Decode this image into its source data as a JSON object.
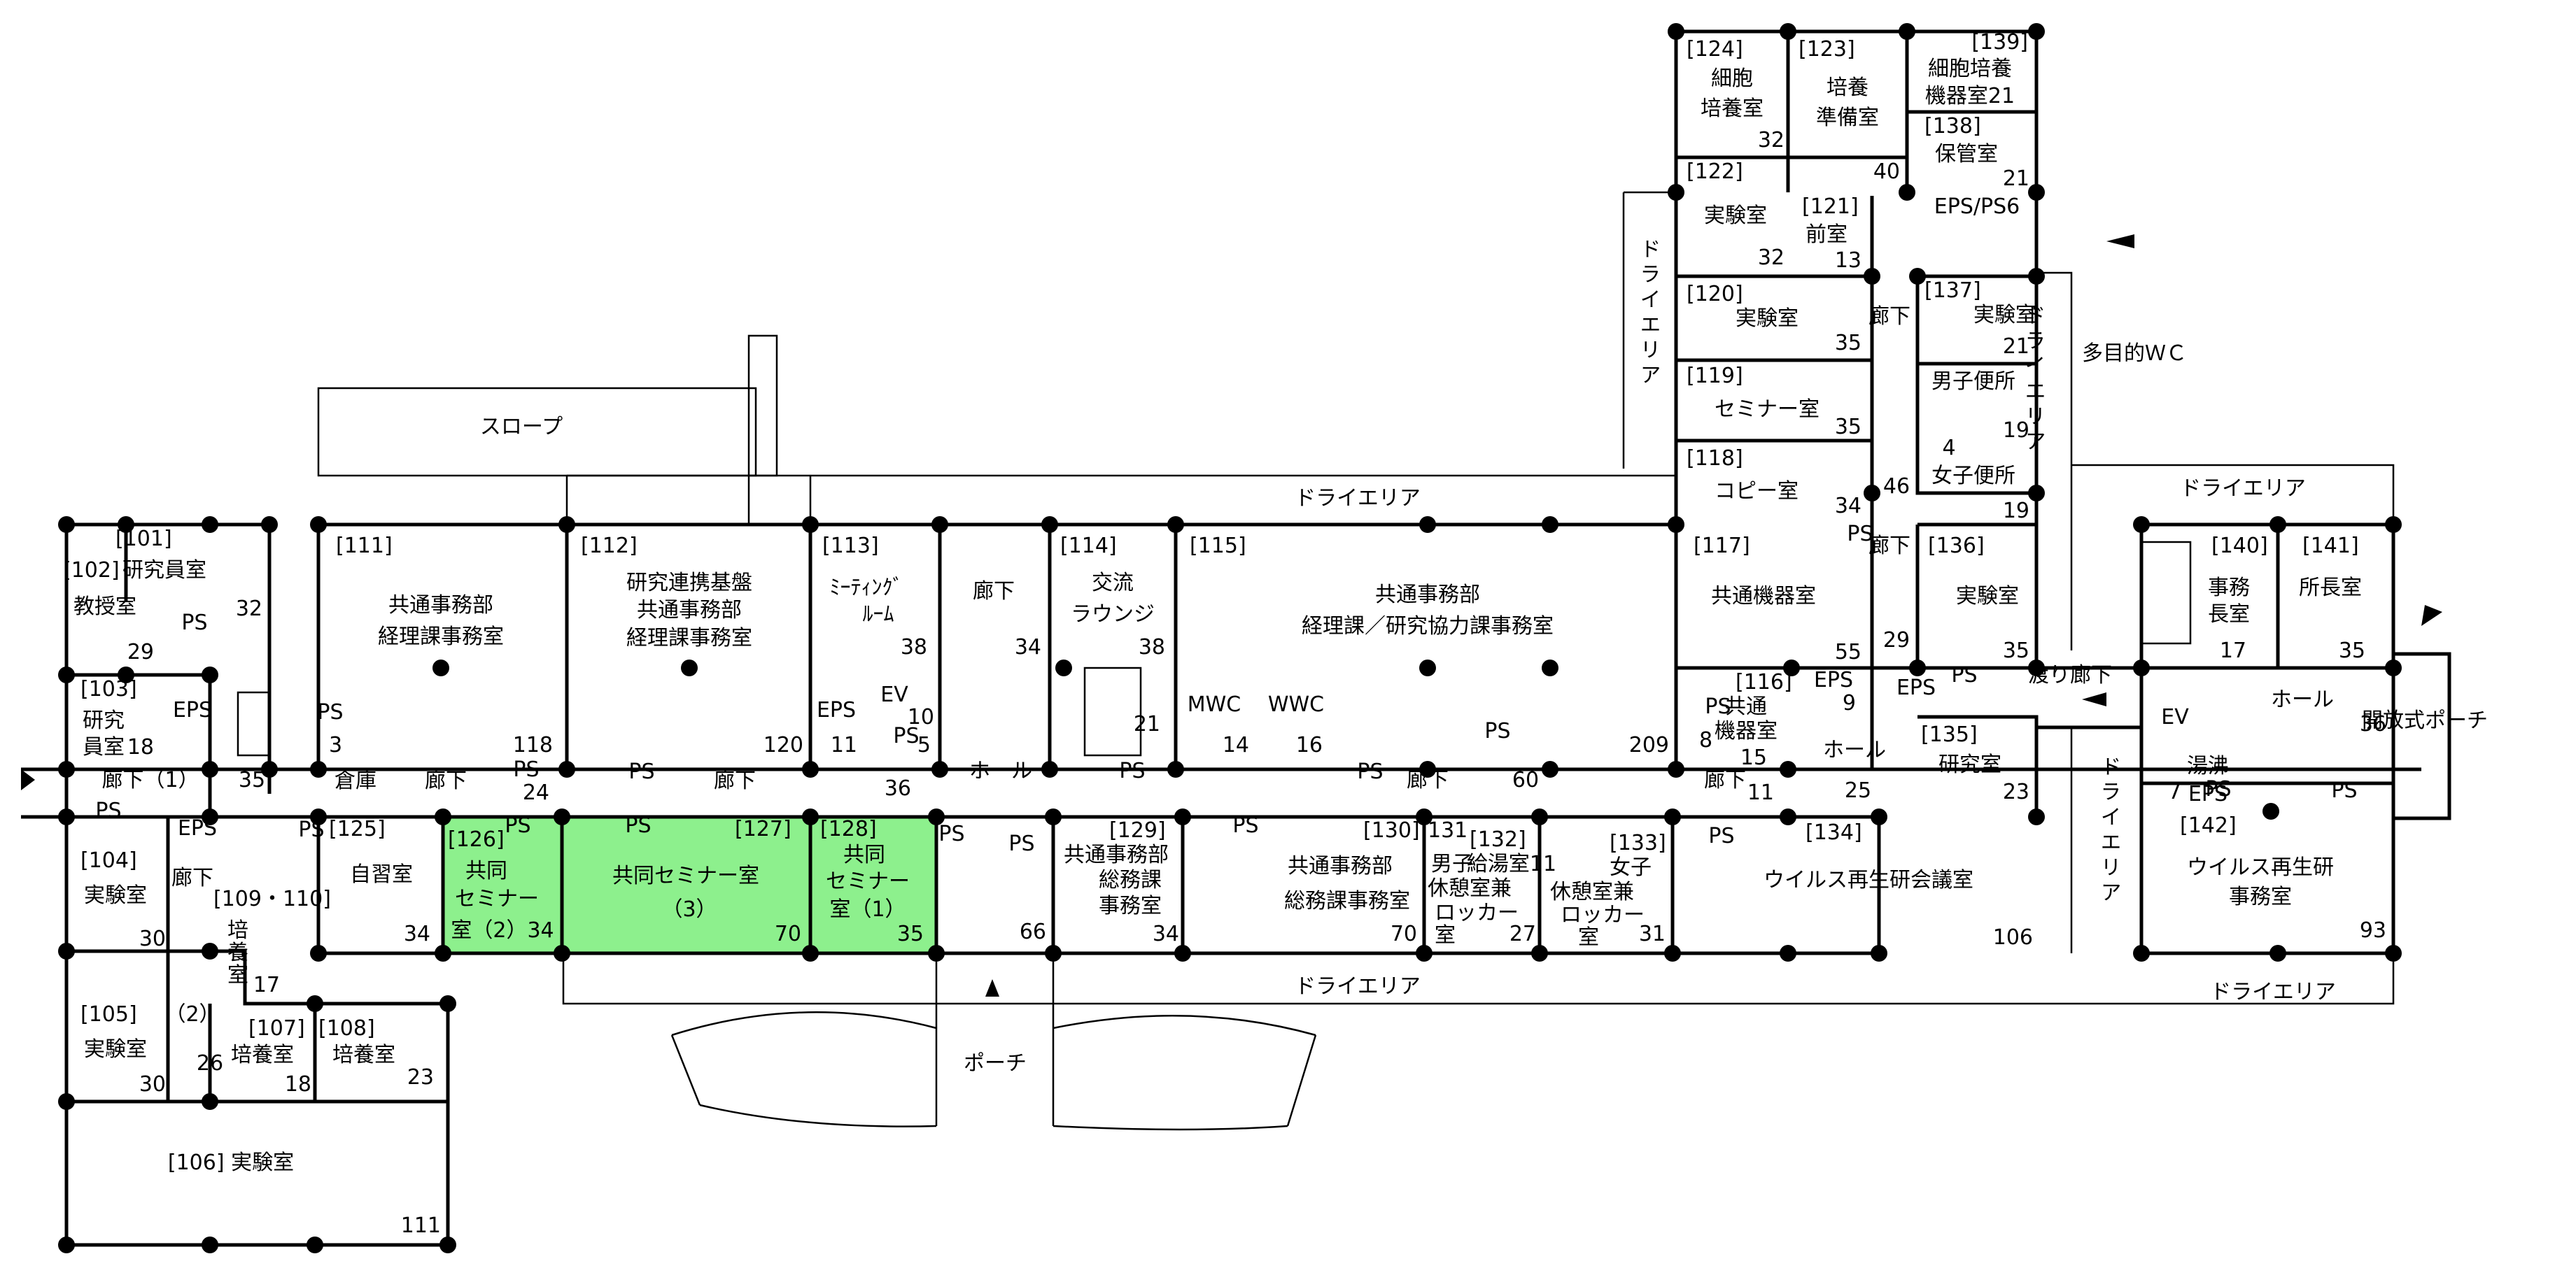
{
  "colors": {
    "highlight": "#8df08d",
    "line": "#000000",
    "background": "#ffffff"
  },
  "labels": [
    {
      "id": "r101",
      "t": "[101]"
    },
    {
      "id": "r101n",
      "t": "研究員室"
    },
    {
      "id": "r101a",
      "t": "32"
    },
    {
      "id": "r102",
      "t": "[102]"
    },
    {
      "id": "r102n",
      "t": "教授室"
    },
    {
      "id": "r102a",
      "t": "29"
    },
    {
      "id": "r103",
      "t": "[103]"
    },
    {
      "id": "r103n1",
      "t": "研究"
    },
    {
      "id": "r103n2",
      "t": "員室"
    },
    {
      "id": "r103a",
      "t": "18"
    },
    {
      "id": "r104",
      "t": "[104]"
    },
    {
      "id": "r104n",
      "t": "実験室"
    },
    {
      "id": "r104a",
      "t": "30"
    },
    {
      "id": "r105",
      "t": "[105]"
    },
    {
      "id": "r105n",
      "t": "実験室"
    },
    {
      "id": "r105a",
      "t": "30"
    },
    {
      "id": "r106",
      "t": "[106] 実験室"
    },
    {
      "id": "r106a",
      "t": "111"
    },
    {
      "id": "r107",
      "t": "[107]"
    },
    {
      "id": "r107n",
      "t": "培養室"
    },
    {
      "id": "r107a",
      "t": "18"
    },
    {
      "id": "r108",
      "t": "[108]"
    },
    {
      "id": "r108n",
      "t": "培養室"
    },
    {
      "id": "r108a",
      "t": "23"
    },
    {
      "id": "r109",
      "t": "[109・110]"
    },
    {
      "id": "r109n1",
      "t": "培"
    },
    {
      "id": "r109n2",
      "t": "養"
    },
    {
      "id": "r109n3",
      "t": "室"
    },
    {
      "id": "r109a",
      "t": "17"
    },
    {
      "id": "r111",
      "t": "[111]"
    },
    {
      "id": "r111n1",
      "t": "共通事務部"
    },
    {
      "id": "r111n2",
      "t": "経理課事務室"
    },
    {
      "id": "r112",
      "t": "[112]"
    },
    {
      "id": "r112n1",
      "t": "研究連携基盤"
    },
    {
      "id": "r112n2",
      "t": "共通事務部"
    },
    {
      "id": "r112n3",
      "t": "経理課事務室"
    },
    {
      "id": "r113",
      "t": "[113]"
    },
    {
      "id": "r113n1",
      "t": "ﾐｰﾃｨﾝｸﾞ"
    },
    {
      "id": "r113n2",
      "t": "ﾙｰﾑ"
    },
    {
      "id": "r113a",
      "t": "38"
    },
    {
      "id": "r114",
      "t": "[114]"
    },
    {
      "id": "r114n1",
      "t": "交流"
    },
    {
      "id": "r114n2",
      "t": "ラウンジ"
    },
    {
      "id": "r114a",
      "t": "38"
    },
    {
      "id": "r115",
      "t": "[115]"
    },
    {
      "id": "r115n1",
      "t": "共通事務部"
    },
    {
      "id": "r115n2",
      "t": "経理課／研究協力課事務室"
    },
    {
      "id": "r117",
      "t": "[117]"
    },
    {
      "id": "r117n",
      "t": "共通機器室"
    },
    {
      "id": "r117a",
      "t": "55"
    },
    {
      "id": "r116",
      "t": "[116]"
    },
    {
      "id": "r116n1",
      "t": "共通"
    },
    {
      "id": "r116n2",
      "t": "機器室"
    },
    {
      "id": "r116a",
      "t": "15"
    },
    {
      "id": "r118",
      "t": "[118]"
    },
    {
      "id": "r118n",
      "t": "コピー室"
    },
    {
      "id": "r118a",
      "t": "34"
    },
    {
      "id": "r119",
      "t": "[119]"
    },
    {
      "id": "r119n",
      "t": "セミナー室"
    },
    {
      "id": "r119a",
      "t": "35"
    },
    {
      "id": "r120",
      "t": "[120]"
    },
    {
      "id": "r120n",
      "t": "実験室"
    },
    {
      "id": "r120a",
      "t": "35"
    },
    {
      "id": "r121",
      "t": "[121]"
    },
    {
      "id": "r121n",
      "t": "前室"
    },
    {
      "id": "r121a",
      "t": "13"
    },
    {
      "id": "r122",
      "t": "[122]"
    },
    {
      "id": "r122n",
      "t": "実験室"
    },
    {
      "id": "r122a",
      "t": "32"
    },
    {
      "id": "r123",
      "t": "[123]"
    },
    {
      "id": "r123n1",
      "t": "培養"
    },
    {
      "id": "r123n2",
      "t": "準備室"
    },
    {
      "id": "r123a",
      "t": "40"
    },
    {
      "id": "r124",
      "t": "[124]"
    },
    {
      "id": "r124n1",
      "t": "細胞"
    },
    {
      "id": "r124n2",
      "t": "培養室"
    },
    {
      "id": "r124a",
      "t": "32"
    },
    {
      "id": "r139",
      "t": "[139]"
    },
    {
      "id": "r139n1",
      "t": "細胞培養"
    },
    {
      "id": "r139n2",
      "t": "機器室21"
    },
    {
      "id": "r138",
      "t": "[138]"
    },
    {
      "id": "r138n",
      "t": "保管室"
    },
    {
      "id": "r138a",
      "t": "21"
    },
    {
      "id": "eps6",
      "t": "EPS/PS6"
    },
    {
      "id": "r137",
      "t": "[137]"
    },
    {
      "id": "r137n",
      "t": "実験室"
    },
    {
      "id": "r137a",
      "t": "21"
    },
    {
      "id": "mwc",
      "t": "男子便所"
    },
    {
      "id": "mwca",
      "t": "19"
    },
    {
      "id": "wwc",
      "t": "女子便所"
    },
    {
      "id": "wwca",
      "t": "19"
    },
    {
      "id": "mpwc",
      "t": "多目的ＷＣ"
    },
    {
      "id": "four",
      "t": "4"
    },
    {
      "id": "r136",
      "t": "[136]"
    },
    {
      "id": "r136n",
      "t": "実験室"
    },
    {
      "id": "r136a",
      "t": "35"
    },
    {
      "id": "r135",
      "t": "[135]"
    },
    {
      "id": "r135n",
      "t": "研究室"
    },
    {
      "id": "r135a",
      "t": "23"
    },
    {
      "id": "r134",
      "t": "[134]"
    },
    {
      "id": "r134n",
      "t": "ウイルス再生研会議室"
    },
    {
      "id": "r134a",
      "t": "106"
    },
    {
      "id": "r140",
      "t": "[140]"
    },
    {
      "id": "r140n1",
      "t": "事務"
    },
    {
      "id": "r140n2",
      "t": "長室"
    },
    {
      "id": "r140a",
      "t": "17"
    },
    {
      "id": "r141",
      "t": "[141]"
    },
    {
      "id": "r141n",
      "t": "所長室"
    },
    {
      "id": "r141a",
      "t": "35"
    },
    {
      "id": "r142",
      "t": "[142]"
    },
    {
      "id": "r142n1",
      "t": "ウイルス再生研"
    },
    {
      "id": "r142n2",
      "t": "事務室"
    },
    {
      "id": "r142a",
      "t": "93"
    },
    {
      "id": "r125",
      "t": "[125]"
    },
    {
      "id": "r125n",
      "t": "自習室"
    },
    {
      "id": "r125a",
      "t": "34"
    },
    {
      "id": "r126",
      "t": "[126]"
    },
    {
      "id": "r126n1",
      "t": "共同"
    },
    {
      "id": "r126n2",
      "t": "セミナー"
    },
    {
      "id": "r126n3",
      "t": "室（2）34"
    },
    {
      "id": "r127",
      "t": "[127]"
    },
    {
      "id": "r127n1",
      "t": "共同セミナー室"
    },
    {
      "id": "r127n2",
      "t": "（3）"
    },
    {
      "id": "r127a",
      "t": "70"
    },
    {
      "id": "r128",
      "t": "[128]"
    },
    {
      "id": "r128n1",
      "t": "共同"
    },
    {
      "id": "r128n2",
      "t": "セミナー"
    },
    {
      "id": "r128n3",
      "t": "室（1）"
    },
    {
      "id": "r128a",
      "t": "35"
    },
    {
      "id": "r129",
      "t": "[129]"
    },
    {
      "id": "r129n1",
      "t": "共通事務部"
    },
    {
      "id": "r129n2",
      "t": "総務課"
    },
    {
      "id": "r129n3",
      "t": "事務室"
    },
    {
      "id": "r129a",
      "t": "34"
    },
    {
      "id": "r130",
      "t": "[130]"
    },
    {
      "id": "r130n1",
      "t": "共通事務部"
    },
    {
      "id": "r130n2",
      "t": "総務課事務室"
    },
    {
      "id": "r130a",
      "t": "70"
    },
    {
      "id": "r131",
      "t": "131"
    },
    {
      "id": "r131n1",
      "t": "男子"
    },
    {
      "id": "r131n2",
      "t": "休憩室兼"
    },
    {
      "id": "r131n3",
      "t": "ロッカー"
    },
    {
      "id": "r131n4",
      "t": "室"
    },
    {
      "id": "r131a",
      "t": "27"
    },
    {
      "id": "r132",
      "t": "[132]"
    },
    {
      "id": "r132n",
      "t": "給湯室11"
    },
    {
      "id": "r133",
      "t": "[133]"
    },
    {
      "id": "r133n1",
      "t": "女子"
    },
    {
      "id": "r133n2",
      "t": "休憩室兼"
    },
    {
      "id": "r133n3",
      "t": "ロッカー"
    },
    {
      "id": "r133n4",
      "t": "室"
    },
    {
      "id": "r133a",
      "t": "31"
    },
    {
      "id": "slope",
      "t": "スロープ"
    },
    {
      "id": "dry1",
      "t": "ドライエリア"
    },
    {
      "id": "dry2",
      "t": "ドライエリア"
    },
    {
      "id": "dry3",
      "t": "ドライエリア"
    },
    {
      "id": "dry4",
      "t": "ドライエリア"
    },
    {
      "id": "dryv1",
      "t": "ドライエリア"
    },
    {
      "id": "dryv2",
      "t": "ドライエリア"
    },
    {
      "id": "dryv3",
      "t": "ドライエリア"
    },
    {
      "id": "porch",
      "t": "ポーチ"
    },
    {
      "id": "openporch",
      "t": "開放式ポーチ"
    },
    {
      "id": "watari",
      "t": "渡り廊下"
    },
    {
      "id": "cor1",
      "t": "廊下（1）"
    },
    {
      "id": "cor1a",
      "t": "35"
    },
    {
      "id": "cor2",
      "t": "廊下"
    },
    {
      "id": "cor2b",
      "t": "（2）"
    },
    {
      "id": "cor2a",
      "t": "26"
    },
    {
      "id": "corA",
      "t": "廊下"
    },
    {
      "id": "corB",
      "t": "廊下"
    },
    {
      "id": "corC",
      "t": "廊下"
    },
    {
      "id": "corCa",
      "t": "60"
    },
    {
      "id": "corD",
      "t": "廊下"
    },
    {
      "id": "corDa",
      "t": "11"
    },
    {
      "id": "corE",
      "t": "廊下"
    },
    {
      "id": "corEa",
      "t": "34"
    },
    {
      "id": "corF",
      "t": "廊下"
    },
    {
      "id": "corFa",
      "t": "46"
    },
    {
      "id": "corG",
      "t": "廊下"
    },
    {
      "id": "corGa",
      "t": "29"
    },
    {
      "id": "hall1",
      "t": "ホール"
    },
    {
      "id": "hall1a",
      "t": "66"
    },
    {
      "id": "hall2",
      "t": "ホール"
    },
    {
      "id": "hall2a",
      "t": "25"
    },
    {
      "id": "hall3",
      "t": "ホール"
    },
    {
      "id": "hall3a",
      "t": "36"
    },
    {
      "id": "souko",
      "t": "倉庫"
    },
    {
      "id": "yuwakashi",
      "t": "湯沸"
    },
    {
      "id": "ev1",
      "t": "EV"
    },
    {
      "id": "ev2",
      "t": "EV"
    },
    {
      "id": "mwc2",
      "t": "MWC"
    },
    {
      "id": "wwc2",
      "t": "WWC"
    },
    {
      "id": "eps1",
      "t": "EPS"
    },
    {
      "id": "eps2",
      "t": "EPS"
    },
    {
      "id": "eps3",
      "t": "EPS"
    },
    {
      "id": "eps4",
      "t": "EPS"
    },
    {
      "id": "eps5",
      "t": "EPS"
    },
    {
      "id": "eps6b",
      "t": "EPS"
    },
    {
      "id": "ps1",
      "t": "PS"
    },
    {
      "id": "ps2",
      "t": "PS"
    },
    {
      "id": "ps3",
      "t": "PS"
    },
    {
      "id": "ps4",
      "t": "PS"
    },
    {
      "id": "ps5",
      "t": "PS"
    },
    {
      "id": "ps6",
      "t": "PS"
    },
    {
      "id": "ps7",
      "t": "PS"
    },
    {
      "id": "ps8",
      "t": "PS"
    },
    {
      "id": "ps9",
      "t": "PS"
    },
    {
      "id": "ps10",
      "t": "PS"
    },
    {
      "id": "ps11",
      "t": "PS"
    },
    {
      "id": "ps12",
      "t": "PS"
    },
    {
      "id": "ps13",
      "t": "PS"
    },
    {
      "id": "ps14",
      "t": "PS"
    },
    {
      "id": "ps15",
      "t": "PS"
    },
    {
      "id": "ps16",
      "t": "PS"
    },
    {
      "id": "ps17",
      "t": "PS"
    },
    {
      "id": "ps18",
      "t": "PS"
    },
    {
      "id": "ps19",
      "t": "PS"
    },
    {
      "id": "ps20",
      "t": "PS"
    },
    {
      "id": "ps21",
      "t": "PS"
    },
    {
      "id": "n118",
      "t": "118"
    },
    {
      "id": "n120",
      "t": "120"
    },
    {
      "id": "n209",
      "t": "209"
    },
    {
      "id": "n24",
      "t": "24"
    },
    {
      "id": "n36",
      "t": "36"
    },
    {
      "id": "n14",
      "t": "14"
    },
    {
      "id": "n16",
      "t": "16"
    },
    {
      "id": "n21",
      "t": "21"
    },
    {
      "id": "n11",
      "t": "11"
    },
    {
      "id": "n10",
      "t": "10"
    },
    {
      "id": "n5",
      "t": "5"
    },
    {
      "id": "n9",
      "t": "9"
    },
    {
      "id": "n8",
      "t": "8"
    },
    {
      "id": "n3",
      "t": "3"
    },
    {
      "id": "n7",
      "t": "7"
    }
  ]
}
